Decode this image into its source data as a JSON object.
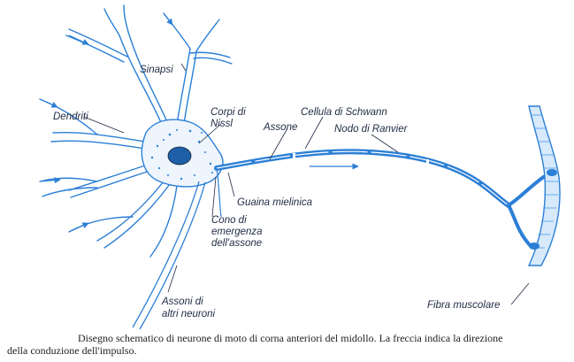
{
  "labels": {
    "sinapsi": "Sinapsi",
    "dendriti": "Dendriti",
    "corpi_line1": "Corpi di",
    "corpi_line2": "Nissl",
    "cellula_schwann": "Cellula di Schwann",
    "assone": "Assone",
    "nodo_ranvier": "Nodo di Ranvier",
    "guaina": "Guaina mielinica",
    "cono_line1": "Cono di",
    "cono_line2": "emergenza",
    "cono_line3": "dell'assone",
    "assoni_line1": "Assoni di",
    "assoni_line2": "altri neuroni",
    "fibra": "Fibra muscolare"
  },
  "caption": {
    "line1": "Disegno schematico di neurone di moto di corna anteriori del midollo. La freccia indica la direzione",
    "line2": "della conduzione dell'impulso."
  },
  "colors": {
    "stroke": "#2b7fd6",
    "fill": "#3a8fe6",
    "muscle": "#4a9aea",
    "text": "#1f2a44"
  }
}
